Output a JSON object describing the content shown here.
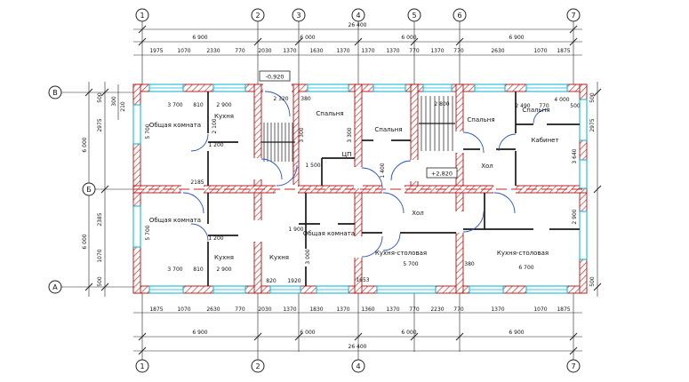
{
  "totals": {
    "top": "26 400",
    "bottom": "26 400"
  },
  "axes_top": [
    "1",
    "2",
    "3",
    "4",
    "5",
    "6",
    "7"
  ],
  "axes_bottom": [
    "1",
    "2",
    "4",
    "7"
  ],
  "axes_left": [
    "В",
    "Б",
    "А"
  ],
  "spans_top": [
    "6 900",
    "6 000",
    "6 000",
    "6 900"
  ],
  "spans_bottom": [
    "6 900",
    "6 000",
    "6 000",
    "6 900"
  ],
  "small_top": [
    "1975",
    "1070",
    "2330",
    "770",
    "2030",
    "1370",
    "1630",
    "1370",
    "1370",
    "1370",
    "770",
    "1370",
    "770",
    "2630",
    "1070",
    "1875"
  ],
  "small_bottom": [
    "1875",
    "1070",
    "2630",
    "770",
    "2030",
    "1370",
    "1830",
    "1370",
    "1360",
    "1370",
    "770",
    "2230",
    "770",
    "1370",
    "1070",
    "1875"
  ],
  "left_dims": [
    "500",
    "2975",
    "6 000",
    "2385",
    "1070",
    "6 000",
    "500",
    "300",
    "210"
  ],
  "right_dims": [
    "500",
    "2975",
    "500"
  ],
  "elevations": {
    "entry": "-0,920",
    "stair": "+2,820"
  },
  "rooms": [
    "Общая комната",
    "Кухня",
    "Общая комната",
    "Кухня",
    "Спальня",
    "Спальня",
    "Общая комната",
    "Кухня",
    "Спальня",
    "Спальня",
    "Кабинет",
    "Хол",
    "Хол",
    "Кухня-столовая",
    "Кухня-столовая",
    "ЦП"
  ],
  "interior_dims": [
    "3 700",
    "810",
    "2 900",
    "2 320",
    "380",
    "3 300",
    "3 300",
    "2 100",
    "1 200",
    "1 500",
    "1 400",
    "2 800",
    "2 490",
    "770",
    "4 000",
    "500",
    "3 640",
    "2 900",
    "5 700",
    "6 700",
    "1653",
    "1920",
    "820",
    "3 000",
    "1 900",
    "1 200",
    "2 900",
    "810",
    "3 700",
    "380",
    "2185",
    "5 700",
    "5 700"
  ],
  "colors": {
    "wall": "#cc2222",
    "window": "#00b0d8",
    "door": "#2a4fd0",
    "dim": "#222222"
  }
}
